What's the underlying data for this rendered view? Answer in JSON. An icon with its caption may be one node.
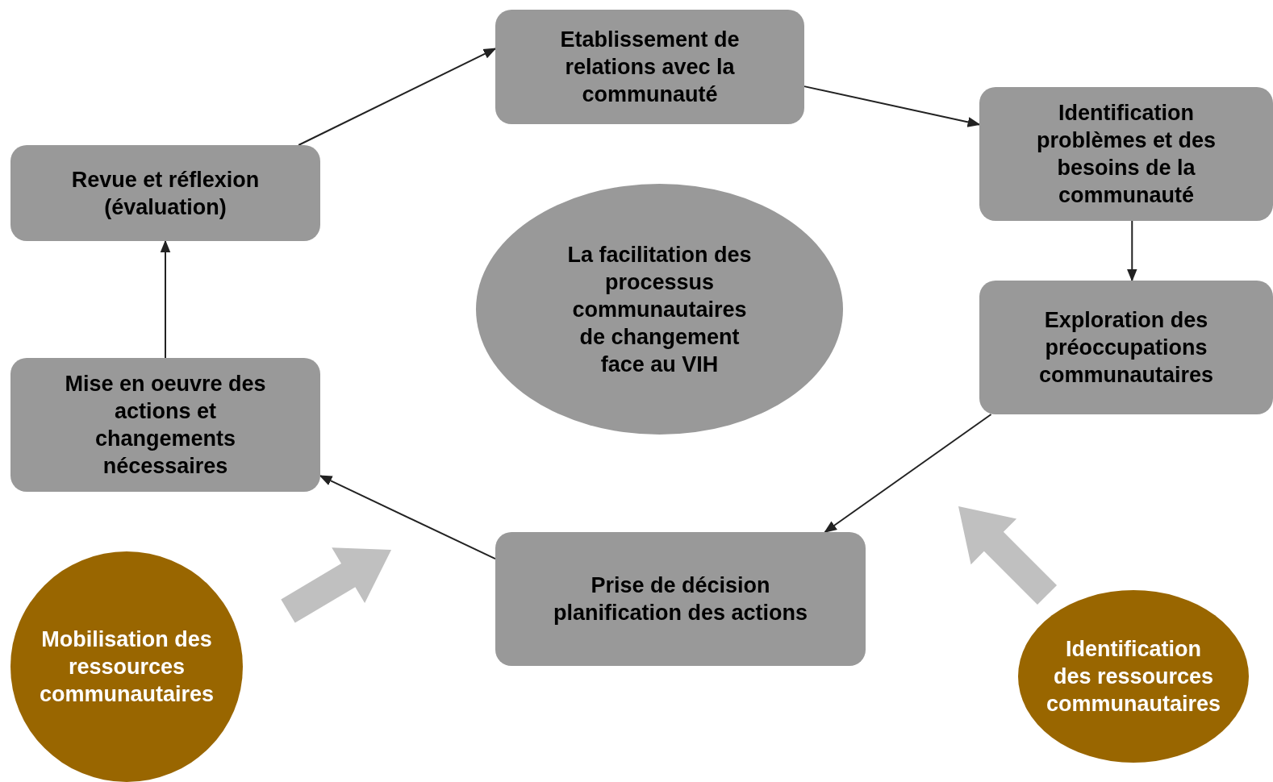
{
  "diagram": {
    "nodes": [
      {
        "text": [
          "Etablissement de relations avec la communauté"
        ]
      },
      {
        "text": [
          "Identification problèmes et des besoins de la communauté"
        ]
      },
      {
        "text": [
          "Exploration des préoccupations communautaires"
        ]
      },
      {
        "text": [
          "Prise de décision planification des actions"
        ]
      },
      {
        "text": [
          "Mise en oeuvre des actions et changements nécessaires"
        ]
      },
      {
        "text": [
          "Revue et réflexion (évaluation)"
        ]
      },
      {
        "text": [
          "La facilitation des processus communautaires de changement face au VIH"
        ]
      },
      {
        "text": [
          "Mobilisation des ressources communautaires"
        ]
      },
      {
        "text": [
          "Identification des ressources communautaires"
        ]
      }
    ],
    "edges": [
      {
        "from": 0,
        "to": 1,
        "arrow": "to"
      },
      {
        "from": 1,
        "to": 2,
        "arrow": "to"
      },
      {
        "from": 2,
        "to": 3,
        "arrow": "to"
      },
      {
        "from": 3,
        "to": 4,
        "arrow": "to"
      },
      {
        "from": 4,
        "to": 5,
        "arrow": "to"
      },
      {
        "from": 5,
        "to": 0,
        "arrow": "to"
      }
    ]
  }
}
